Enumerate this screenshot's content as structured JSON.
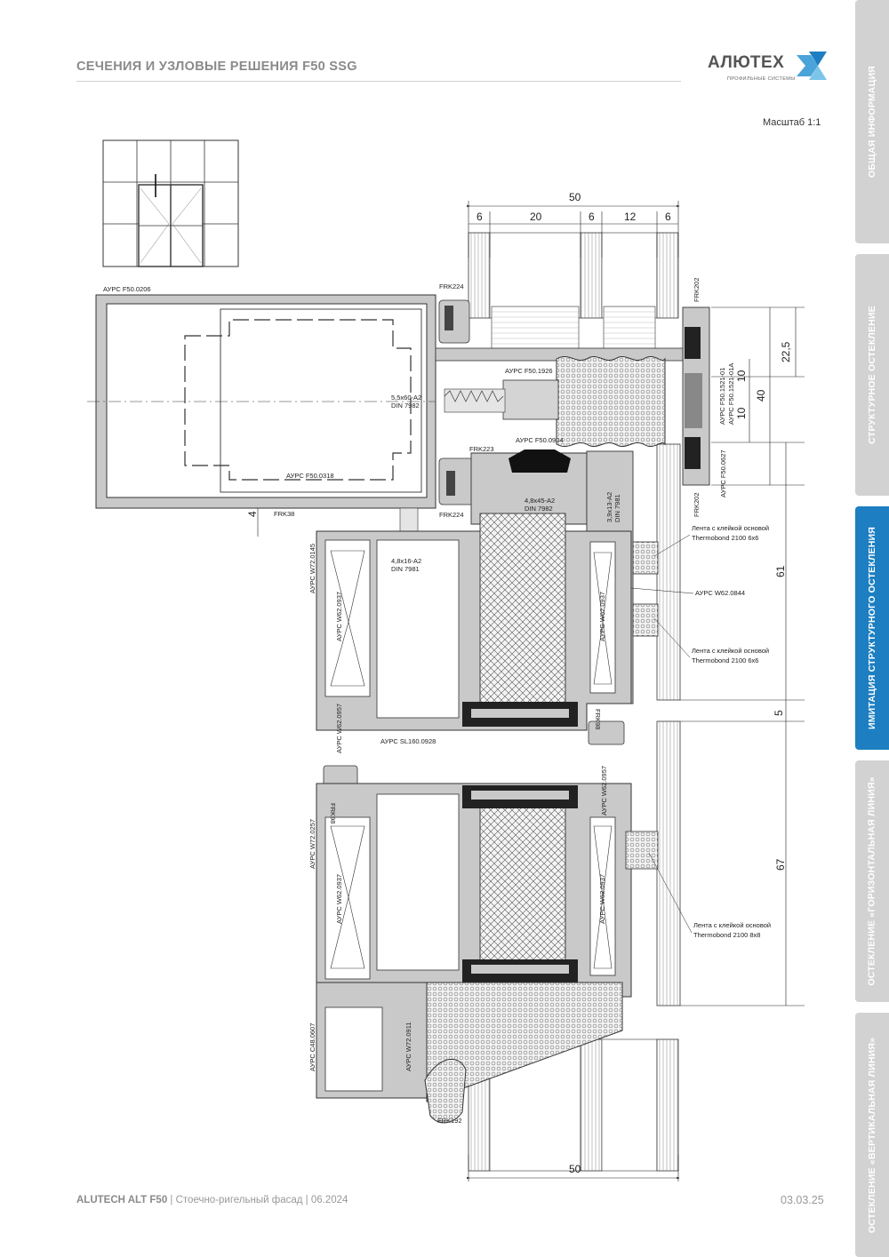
{
  "header": {
    "title": "СЕЧЕНИЯ И УЗЛОВЫЕ РЕШЕНИЯ F50 SSG",
    "logo_word": "АЛЮТЕХ",
    "logo_sub": "ПРОФИЛЬНЫЕ СИСТЕМЫ",
    "scale": "Масштаб 1:1"
  },
  "sidebar": {
    "tabs": [
      {
        "label": "ОБЩАЯ ИНФОРМАЦИЯ",
        "active": false
      },
      {
        "label": "СТРУКТУРНОЕ ОСТЕКЛЕНИЕ",
        "active": false
      },
      {
        "label": "ИМИТАЦИЯ СТРУКТУРНОГО ОСТЕКЛЕНИЯ",
        "active": true
      },
      {
        "label": "ОСТЕКЛЕНИЕ «ГОРИЗОНТАЛЬНАЯ ЛИНИЯ»",
        "active": false
      },
      {
        "label": "ОСТЕКЛЕНИЕ «ВЕРТИКАЛЬНАЯ ЛИНИЯ»",
        "active": false
      }
    ],
    "active_color": "#1d7fc1",
    "inactive_color": "#d2d2d2"
  },
  "footer": {
    "product": "ALUTECH ALT F50",
    "info": " | Стоечно-ригельный фасад | 06.2024",
    "date": "03.03.25"
  },
  "drawing": {
    "dims_top": {
      "total": "50",
      "parts": [
        "6",
        "20",
        "6",
        "12",
        "6"
      ]
    },
    "dims_bottom": {
      "total": "50"
    },
    "dims_right": [
      "22,5",
      "10",
      "10",
      "40",
      "61",
      "5",
      "67"
    ],
    "dim_gap": "4",
    "labels": {
      "f50_0206": "АУРС F50.0206",
      "frk224_top": "FRK224",
      "frk202_top": "FRK202",
      "f50_1926": "АУРС F50.1926",
      "screw_55x60": "5,5х60-А2",
      "din_7982_a": "DIN 7982",
      "f50_1521_01": "АУРС F50.1521-01",
      "f50_1521_01a": "АУРС F50.1521-01А",
      "f50_0904": "АУРС F50.0904",
      "frk223": "FRK223",
      "f50_0318": "АУРС F50.0318",
      "screw_48x45": "4,8х45-А2",
      "din_7982_b": "DIN 7982",
      "screw_39x13": "3,9х13-А2",
      "din_7981_a": "DIN 7981",
      "f50_0627": "АУРС F50.0627",
      "frk202_mid": "FRK202",
      "frk38": "FRK38",
      "frk224_bot": "FRK224",
      "tape1_a": "Лента с клейкой основой",
      "tape1_b": "Thermobond 2100 6х6",
      "w72_0145": "АУРС W72.0145",
      "screw_48x16": "4,8х16-А2",
      "din_7981_b": "DIN 7981",
      "w62_0844": "АУРС W62.0844",
      "w62_0937_a": "АУРС W62.0937",
      "w62_0937_b": "АУРС W62.0937",
      "tape2_a": "Лента с клейкой основой",
      "tape2_b": "Thermobond 2100 6х6",
      "w62_0957_a": "АУРС W62.0957",
      "frk98_a": "FRK98",
      "sl160_0928": "АУРС SL160.0928",
      "frk98_b": "FRK98",
      "w62_0957_b": "АУРС W62.0957",
      "w72_0257": "АУРС W72.0257",
      "w62_0937_c": "АУРС W62.0937",
      "w62_0937_d": "АУРС W62.0937",
      "tape3_a": "Лента с клейкой основой",
      "tape3_b": "Thermobond 2100 8х8",
      "c48_0607": "АУРС C48.0607",
      "w72_0911": "АУРС W72.0911",
      "frk192": "FRK192"
    }
  }
}
